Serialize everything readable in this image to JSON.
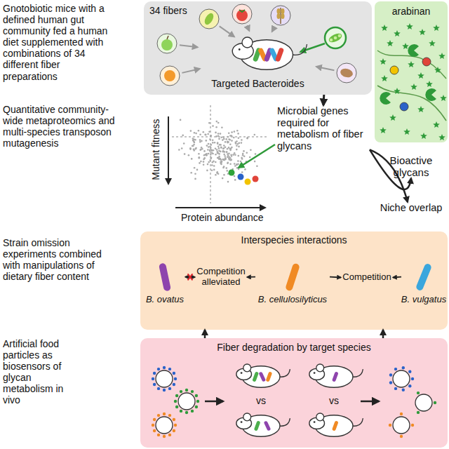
{
  "diagram": {
    "nodes": [
      {
        "text": [
          "34 fibers",
          "Targeted Bacteroides"
        ]
      },
      {
        "text": [
          "arabinan",
          "Bioactive glycans"
        ]
      },
      {
        "text": [
          "Microbial genes required for metabolism of fiber glycans"
        ]
      },
      {
        "text": [
          "Niche overlap"
        ]
      },
      {
        "text": [
          "Interspecies interactions"
        ]
      },
      {
        "text": [
          "B. ovatus"
        ],
        "in": 4
      },
      {
        "text": [
          "Competition alleviated"
        ],
        "in": 4
      },
      {
        "text": [
          "B. cellulosilyticus"
        ],
        "in": 4
      },
      {
        "text": [
          "Competition"
        ],
        "in": 4
      },
      {
        "text": [
          "B. vulgatus"
        ],
        "in": 4
      },
      {
        "text": [
          "Fiber degradation by target species"
        ]
      }
    ],
    "edges": [
      {
        "from": 0,
        "to": 2,
        "arrow": "to"
      },
      {
        "from": 2,
        "to": 1,
        "arrow": "to"
      },
      {
        "from": 2,
        "to": 3,
        "arrow": "to"
      },
      {
        "from": 6,
        "to": 5,
        "arrow": "both"
      },
      {
        "from": 7,
        "to": 6,
        "arrow": "to"
      },
      {
        "from": 7,
        "to": 8,
        "arrow": "to"
      },
      {
        "from": 9,
        "to": 8,
        "arrow": "to"
      },
      {
        "from": 10,
        "to": 4,
        "arrow": "to"
      },
      {
        "from": 10,
        "to": 4,
        "arrow": "to"
      }
    ],
    "labels": [
      "Gnotobiotic mice with a defined human gut community fed a human diet supplemented with combinations of 34 different fiber preparations",
      "Quantitative community-wide metaproteomics and multi-species transposon mutagenesis",
      "Strain omission experiments combined with manipulations of dietary fiber content",
      "Artificial food particles as biosensors of glycan metabolism in vivo",
      "Mutant fitness",
      "Protein abundance",
      "vs",
      "vs"
    ]
  }
}
